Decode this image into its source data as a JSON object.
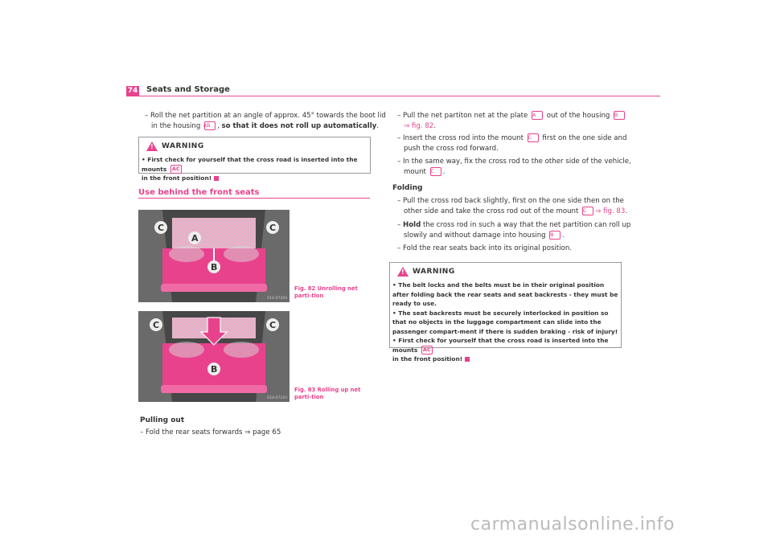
{
  "header": {
    "page_number": "74",
    "title": "Seats and Storage"
  },
  "left": {
    "step1": {
      "text": "– Roll the net partition at an angle of approx. 45° towards the boot lid in the housing ",
      "ref": "AB",
      "text2": ", ",
      "bold": "so that it does not roll up automatically",
      "text3": "."
    },
    "warning1": {
      "heading": "WARNING",
      "item": "First check for yourself that the cross road is inserted into the mounts ",
      "ref": "AC",
      "item_end": "in the front position!"
    },
    "section_title": "Use behind the front seats",
    "fig82": {
      "caption": "Fig. 82   Unrolling net parti-tion",
      "code": "S1U-0720H",
      "labels": [
        "C",
        "A",
        "C",
        "B"
      ]
    },
    "fig83": {
      "caption": "Fig. 83   Rolling up net parti-tion",
      "code": "S1U-0721H",
      "labels": [
        "C",
        "C",
        "B"
      ]
    },
    "pulling_out": {
      "heading": "Pulling out",
      "step": "– Fold the rear seats forwards ⇒ page 65"
    }
  },
  "right": {
    "step_pull": {
      "text": "– Pull the net partiton net at the plate ",
      "refA": "A",
      "mid": " out of the housing ",
      "refB": "B",
      "link": "⇒ fig. 82",
      "end": "."
    },
    "step_insert": {
      "text": "– Insert the cross rod into the mount ",
      "ref": "C",
      "rest": " first on the one side and push the cross rod forward."
    },
    "step_same": {
      "text": "– In the same way, fix the cross rod to the other side of the vehicle, mount ",
      "ref": "C",
      "end": "."
    },
    "folding": {
      "heading": "Folding"
    },
    "step_back": {
      "text": "– Pull the cross rod back slightly, first on the one side then on the other side and take the cross rod out of the mount ",
      "ref": "C",
      "link": "⇒ fig. 83",
      "end": "."
    },
    "step_hold": {
      "prefix": "– ",
      "bold": "Hold",
      "text": " the cross rod in such a way that the net partition can roll up slowily and without damage into housing ",
      "ref": "B",
      "end": "."
    },
    "step_fold": {
      "text": "– Fold the rear seats back into its original position."
    },
    "warning2": {
      "heading": "WARNING",
      "item1": "The belt locks and the belts must be in their original position after folding back the rear seats and seat backrests - they must be ready to use.",
      "item2": "The seat backrests must be securely interlocked in position so that no objects in the luggage compartment can slide into the passenger compart-ment if there is sudden braking - risk of injury!",
      "item3": "First check for yourself that the cross road is inserted into the mounts ",
      "ref": "AC",
      "item3_end": "in the front position!"
    }
  },
  "watermark": "carmanualsonline.info",
  "colors": {
    "accent": "#e9428d",
    "text": "#333333"
  }
}
